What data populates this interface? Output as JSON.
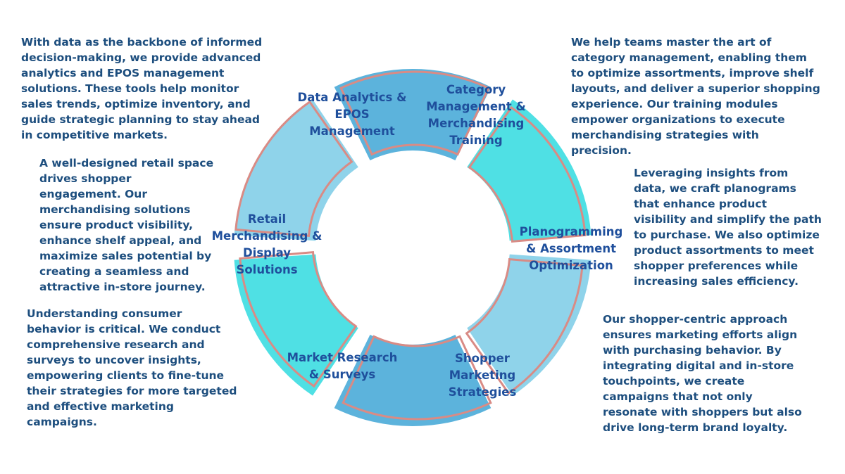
{
  "segments": [
    {
      "id": "data-analytics",
      "label": "Data Analytics & EPOS Management",
      "description": "With data as the backbone of informed decision-making, we provide advanced analytics and EPOS management solutions. These tools help monitor sales trends, optimize inventory, and guide strategic planning to stay ahead in competitive markets.",
      "fill": "#5cb3dc"
    },
    {
      "id": "category-management",
      "label": "Category Management & Merchandising Training",
      "description": "We help teams master the art of category management, enabling them to optimize assortments, improve shelf layouts, and deliver a superior shopping experience. Our training modules empower organizations to execute merchandising strategies with precision.",
      "fill": "#4fe0e4"
    },
    {
      "id": "planogramming",
      "label": "Planogramming & Assortment Optimization",
      "description": "Leveraging insights from data, we craft planograms that enhance product visibility and simplify the path to purchase. We also optimize product assortments to meet shopper preferences while increasing sales efficiency.",
      "fill": "#8fd3ea"
    },
    {
      "id": "shopper-marketing",
      "label": "Shopper Marketing Strategies",
      "description": "Our shopper-centric approach ensures marketing efforts align with purchasing behavior. By integrating digital and in-store touchpoints, we create campaigns that not only resonate with shoppers but also drive long-term brand loyalty.",
      "fill": "#5cb3dc"
    },
    {
      "id": "market-research",
      "label": "Market Research & Surveys",
      "description": "Understanding consumer behavior is critical. We conduct comprehensive research and surveys to uncover insights, empowering clients to fine-tune their strategies for more targeted and effective marketing campaigns.",
      "fill": "#4fe0e4"
    },
    {
      "id": "retail-merchandising",
      "label": "Retail Merchandising & Display Solutions",
      "description": "A well-designed retail space drives shopper engagement. Our merchandising solutions ensure product visibility, enhance shelf appeal, and maximize sales potential by creating a seamless and attractive in-store journey.",
      "fill": "#8fd3ea"
    }
  ],
  "colors": {
    "outline": "#d98b85",
    "text": "#1d4e7e",
    "label": "#1f4f9c"
  }
}
